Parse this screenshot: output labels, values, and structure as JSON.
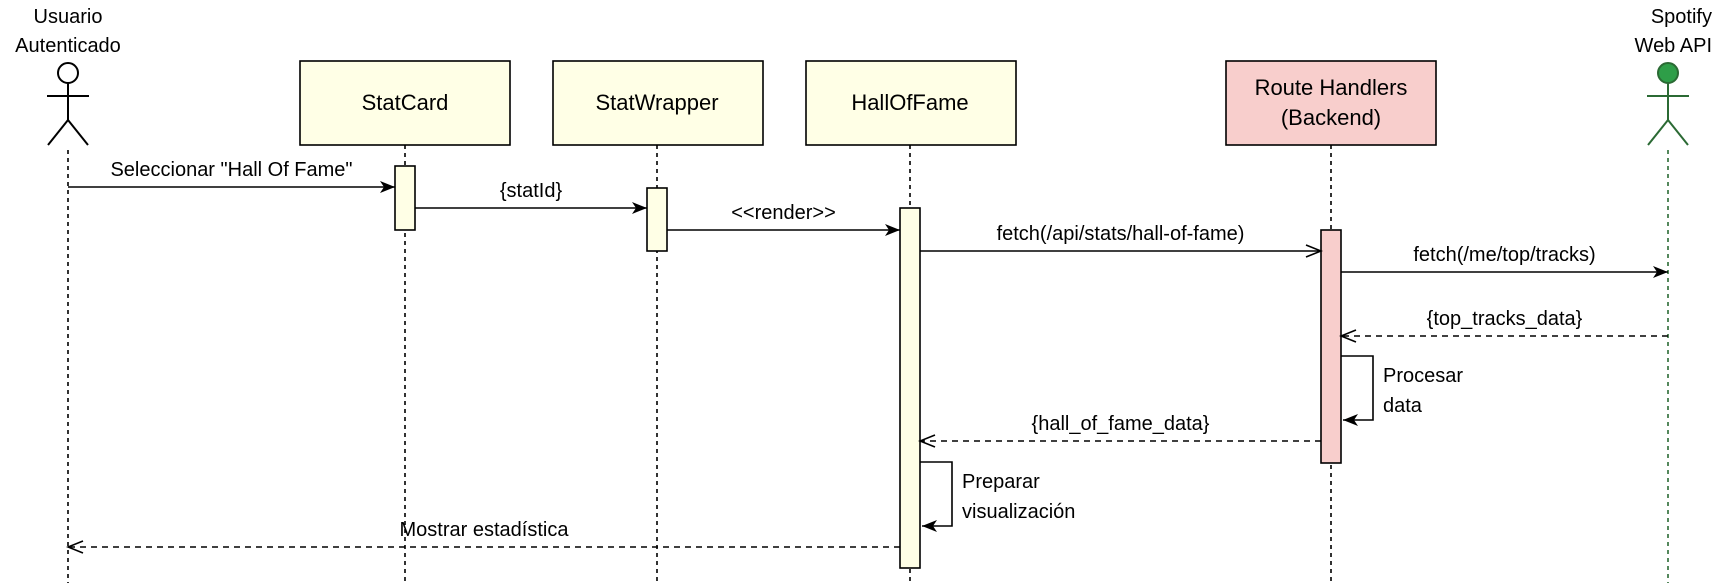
{
  "participants": [
    {
      "id": "usuario",
      "kind": "actor",
      "label_lines": [
        "Usuario",
        "Autenticado"
      ],
      "head_fill": "#ffffff",
      "stroke": "#000000"
    },
    {
      "id": "statcard",
      "kind": "box",
      "label_lines": [
        "StatCard"
      ],
      "fill": "#ffffe6",
      "stroke": "#000000"
    },
    {
      "id": "statwrapper",
      "kind": "box",
      "label_lines": [
        "StatWrapper"
      ],
      "fill": "#ffffe6",
      "stroke": "#000000"
    },
    {
      "id": "halloffame",
      "kind": "box",
      "label_lines": [
        "HallOfFame"
      ],
      "fill": "#ffffe6",
      "stroke": "#000000"
    },
    {
      "id": "routehandlers",
      "kind": "box",
      "label_lines": [
        "Route Handlers",
        "(Backend)"
      ],
      "fill": "#f8cecc",
      "stroke": "#000000"
    },
    {
      "id": "spotify",
      "kind": "actor",
      "label_lines": [
        "Spotify",
        "Web API"
      ],
      "head_fill": "#2e9e48",
      "stroke": "#2b6a34"
    }
  ],
  "messages": [
    {
      "from": "usuario",
      "to": "statcard",
      "label": "Seleccionar \"Hall Of Fame\"",
      "style": "solid",
      "arrow": "filled"
    },
    {
      "from": "statcard",
      "to": "statwrapper",
      "label": "{statId}",
      "style": "solid",
      "arrow": "filled"
    },
    {
      "from": "statwrapper",
      "to": "halloffame",
      "label": "<<render>>",
      "style": "solid",
      "arrow": "filled"
    },
    {
      "from": "halloffame",
      "to": "routehandlers",
      "label": "fetch(/api/stats/hall-of-fame)",
      "style": "solid",
      "arrow": "open"
    },
    {
      "from": "routehandlers",
      "to": "spotify",
      "label": "fetch(/me/top/tracks)",
      "style": "solid",
      "arrow": "filled"
    },
    {
      "from": "spotify",
      "to": "routehandlers",
      "label": "{top_tracks_data}",
      "style": "dashed",
      "arrow": "open"
    },
    {
      "from": "routehandlers",
      "to": "routehandlers",
      "label_lines": [
        "Procesar",
        "data"
      ],
      "style": "solid",
      "arrow": "filled",
      "self": true
    },
    {
      "from": "routehandlers",
      "to": "halloffame",
      "label": "{hall_of_fame_data}",
      "style": "dashed",
      "arrow": "open"
    },
    {
      "from": "halloffame",
      "to": "halloffame",
      "label_lines": [
        "Preparar",
        "visualización"
      ],
      "style": "solid",
      "arrow": "filled",
      "self": true
    },
    {
      "from": "halloffame",
      "to": "usuario",
      "label": "Mostrar estadística",
      "style": "dashed",
      "arrow": "open"
    }
  ]
}
